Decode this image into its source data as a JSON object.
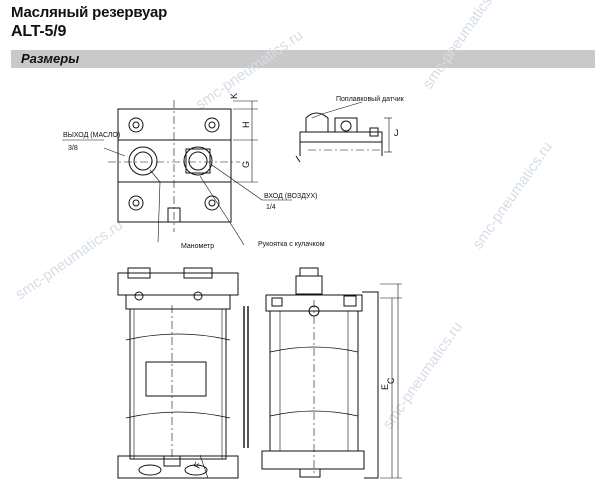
{
  "header": {
    "title": "Масляный резервуар",
    "model": "ALT-5/9"
  },
  "section": {
    "label": "Размеры"
  },
  "callouts": {
    "outlet": "ВЫХОД (МАСЛО)",
    "outlet_thread": "3/8",
    "inlet": "ВХОД (ВОЗДУХ)",
    "inlet_thread": "1/4",
    "gauge": "Манометр",
    "handle": "Рукоятка с кулачком",
    "float_sensor": "Поплавковый датчик"
  },
  "dimensions": {
    "K": "K",
    "H": "H",
    "G": "G",
    "J": "J",
    "C": "C",
    "E": "E",
    "F": "F"
  },
  "watermark": "smc-pneumatics.ru"
}
